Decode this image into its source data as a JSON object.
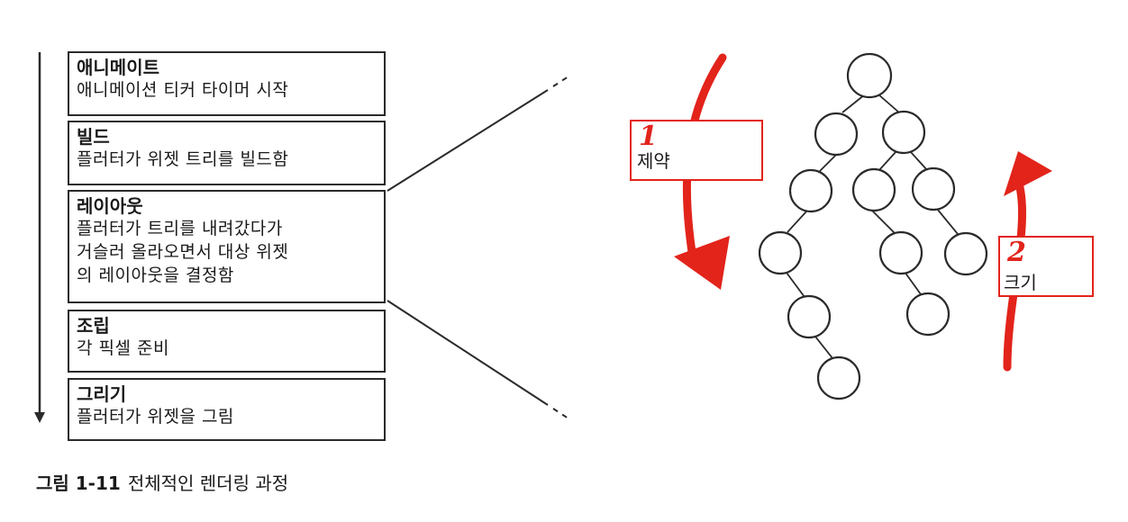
{
  "stages": [
    {
      "title": "애니메이트",
      "desc_lines": [
        "애니메이션 티커 타이머 시작"
      ]
    },
    {
      "title": "빌드",
      "desc_lines": [
        "플러터가 위젯 트리를 빌드함"
      ]
    },
    {
      "title": "레이아웃",
      "desc_lines": [
        "플러터가 트리를 내려갔다가",
        "거슬러 올라오면서 대상 위젯",
        "의 레이아웃을 결정함"
      ]
    },
    {
      "title": "조립",
      "desc_lines": [
        "각 픽셀 준비"
      ]
    },
    {
      "title": "그리기",
      "desc_lines": [
        "플러터가 위젯을 그림"
      ]
    }
  ],
  "tree_labels": {
    "constraints": {
      "number": "1",
      "text": "제약"
    },
    "sizes": {
      "number": "2",
      "text": "크기"
    }
  },
  "caption": {
    "figure_number": "그림 1-11",
    "text": "전체적인 렌더링 과정"
  },
  "colors": {
    "accent_red": "#e2241b",
    "outline": "#2a2a2a"
  }
}
